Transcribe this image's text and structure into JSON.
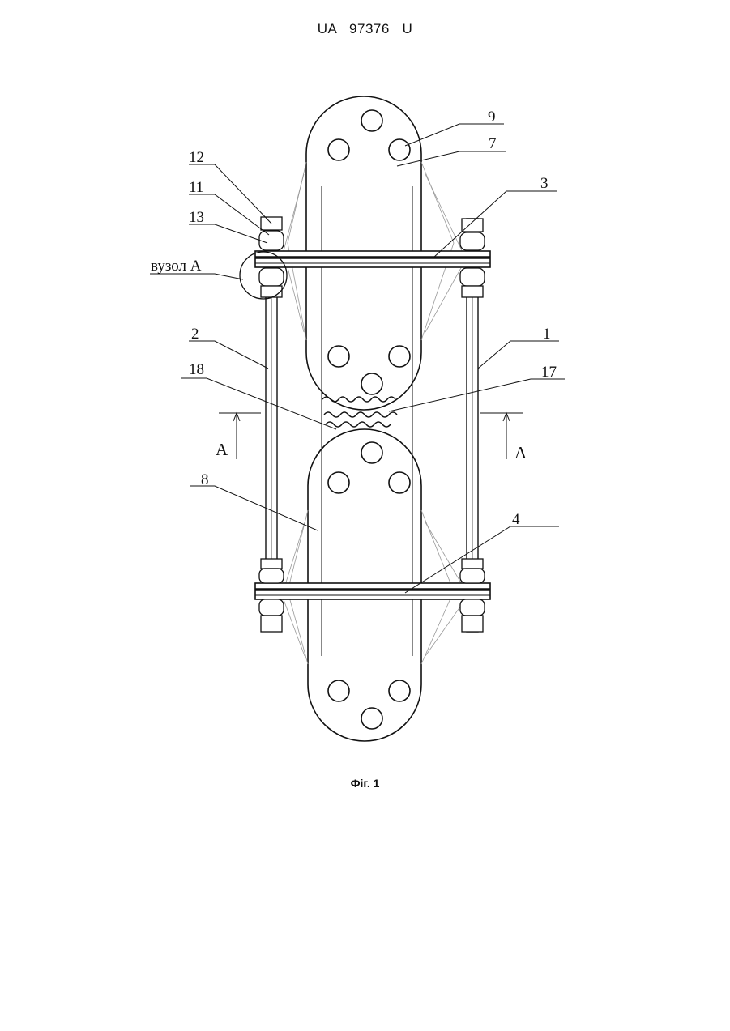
{
  "header": {
    "document_id": "UA   97376   U"
  },
  "figure": {
    "caption": "Фіг. 1",
    "labels": {
      "l9": "9",
      "l7": "7",
      "l12": "12",
      "l11": "11",
      "l13": "13",
      "l3": "3",
      "node": "вузол А",
      "l2": "2",
      "l1": "1",
      "l18": "18",
      "l17": "17",
      "sec_left": "А",
      "sec_right": "А",
      "l8": "8",
      "l4": "4"
    }
  }
}
